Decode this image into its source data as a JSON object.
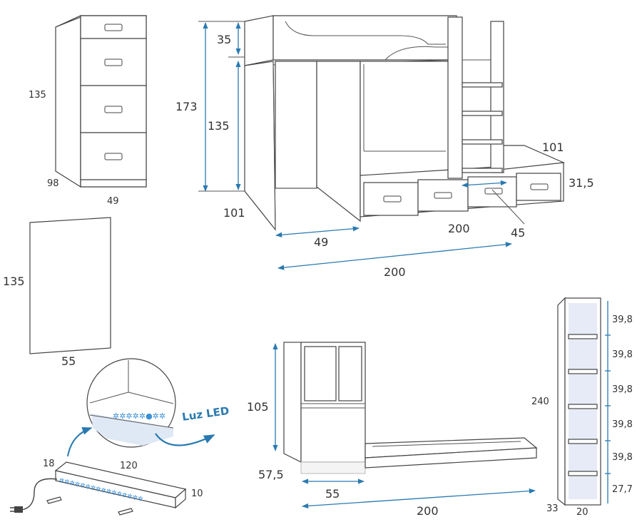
{
  "colors": {
    "dimension_line": "#2a7ab0",
    "led": "#3b8fd6",
    "outline": "#444444"
  },
  "drawer_unit": {
    "height": "135",
    "depth": "98",
    "width": "49"
  },
  "loft_bed": {
    "total_height": "173",
    "top_height": "35",
    "lower_height": "135",
    "side_depth": "101",
    "desk_width": "49",
    "length": "200",
    "drawer_length": "200",
    "step_depth": "101",
    "step_height": "31,5",
    "ladder_width": "45"
  },
  "panel": {
    "height": "135",
    "width": "55"
  },
  "led_shelf": {
    "depth": "18",
    "length": "120",
    "height": "10",
    "led_label": "Luz LED"
  },
  "desk_unit": {
    "height": "105",
    "depth": "57,5",
    "width": "55",
    "length": "200"
  },
  "bookcase": {
    "height": "240",
    "depth": "33",
    "width": "20",
    "shelves": [
      "39,8",
      "39,8",
      "39,8",
      "39,8",
      "39,8",
      "27,7"
    ]
  },
  "icons": [
    "arrow-icon",
    "plug-icon",
    "led-star-icon",
    "screw-icon"
  ]
}
